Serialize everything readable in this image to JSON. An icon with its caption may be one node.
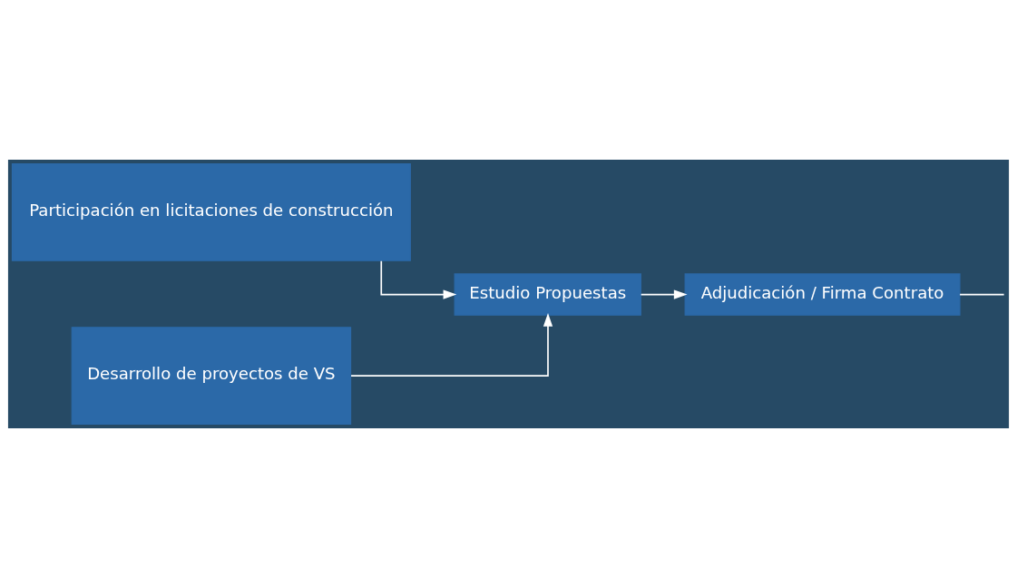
{
  "diagram": {
    "nodes": [
      {
        "text": [
          "Participación en licitaciones de construcción"
        ]
      },
      {
        "text": [
          "Desarrollo de proyectos de VS"
        ]
      },
      {
        "text": [
          "Estudio Propuestas"
        ]
      },
      {
        "text": [
          "Adjudicación / Firma Contrato"
        ]
      }
    ],
    "edges": [
      {
        "from": 0,
        "to": 2,
        "arrow": "to"
      },
      {
        "from": 1,
        "to": 2,
        "arrow": "to"
      },
      {
        "from": 2,
        "to": 3,
        "arrow": "to"
      },
      {
        "from": 3,
        "to": null,
        "arrow": "none"
      }
    ]
  }
}
